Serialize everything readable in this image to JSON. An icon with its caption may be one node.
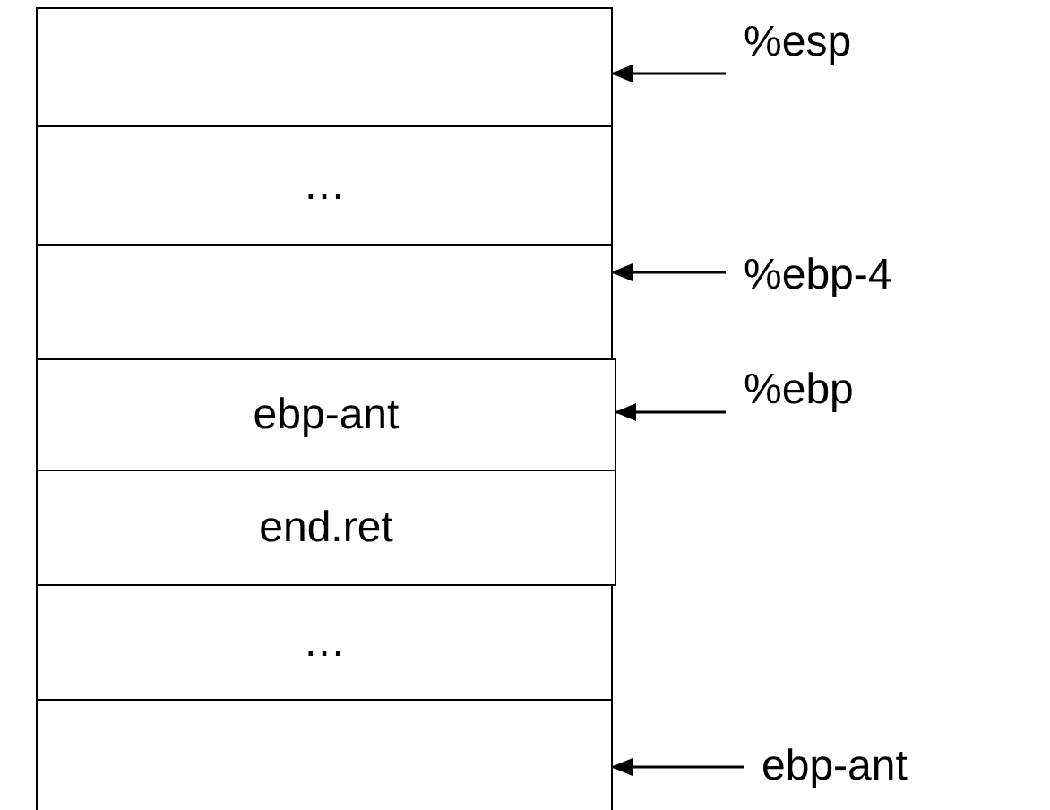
{
  "diagram": {
    "nodes": [
      {
        "text": [],
        "shape": "box"
      },
      {
        "text": [
          "…"
        ]
      },
      {
        "text": [],
        "shape": "box"
      },
      {
        "text": [
          "ebp-ant"
        ]
      },
      {
        "text": [
          "end.ret"
        ]
      },
      {
        "text": [
          "…"
        ]
      },
      {
        "text": [],
        "shape": "box"
      },
      {
        "text": [
          "%esp"
        ]
      },
      {
        "text": [
          "%ebp-4"
        ]
      },
      {
        "text": [
          "%ebp"
        ]
      },
      {
        "text": [
          "ebp-ant"
        ]
      }
    ],
    "edges": [
      {
        "from": 7,
        "to": 0,
        "arrow": "to"
      },
      {
        "from": 8,
        "to": 2,
        "arrow": "to"
      },
      {
        "from": 9,
        "to": 3,
        "arrow": "to"
      },
      {
        "from": 10,
        "to": 6,
        "arrow": "to"
      }
    ]
  }
}
